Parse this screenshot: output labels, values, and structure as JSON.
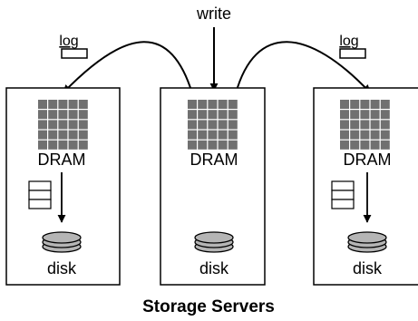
{
  "diagram": {
    "caption": "Storage Servers",
    "write_label": "write",
    "servers": [
      {
        "id": "left",
        "memory_label": "DRAM",
        "disk_label": "disk",
        "log_label": "log",
        "has_log_buffer": true
      },
      {
        "id": "center",
        "memory_label": "DRAM",
        "disk_label": "disk",
        "has_log_buffer": false
      },
      {
        "id": "right",
        "memory_label": "DRAM",
        "disk_label": "disk",
        "log_label": "log",
        "has_log_buffer": true
      }
    ],
    "colors": {
      "grid": "#707070",
      "disk": "#b5b5b5",
      "line": "#000000",
      "background": "#ffffff"
    }
  }
}
